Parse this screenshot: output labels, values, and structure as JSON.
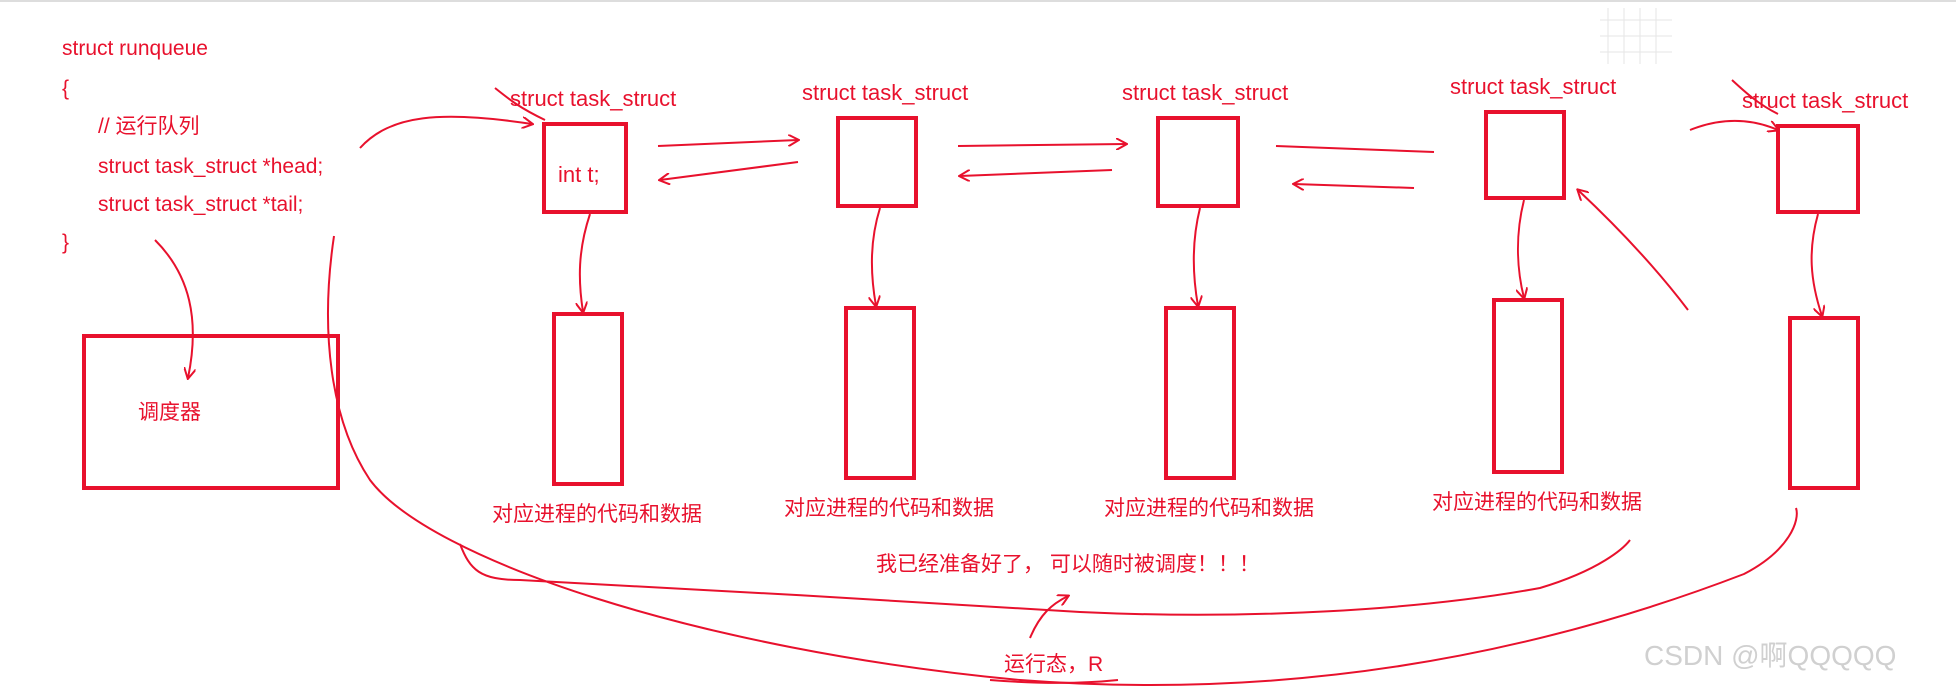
{
  "code": {
    "line1": "struct runqueue",
    "line2": "{",
    "line3": "// 运行队列",
    "line4": "struct task_struct *head;",
    "line5": "struct task_struct *tail;",
    "line6": "}"
  },
  "scheduler": {
    "label": "调度器"
  },
  "nodes": [
    {
      "title": "struct task_struct",
      "field": "int t;",
      "data_label": "对应进程的代码和数据"
    },
    {
      "title": "struct task_struct",
      "data_label": "对应进程的代码和数据"
    },
    {
      "title": "struct task_struct",
      "data_label": "对应进程的代码和数据"
    },
    {
      "title": "struct task_struct",
      "data_label": "对应进程的代码和数据"
    },
    {
      "title": "struct task_struct"
    }
  ],
  "annotations": {
    "ready_note": "我已经准备好了， 可以随时被调度！！！",
    "run_state": "运行态，R"
  },
  "watermark": "CSDN @啊QQQQQ",
  "colors": {
    "ink": "#e8112d",
    "background": "#ffffff"
  }
}
